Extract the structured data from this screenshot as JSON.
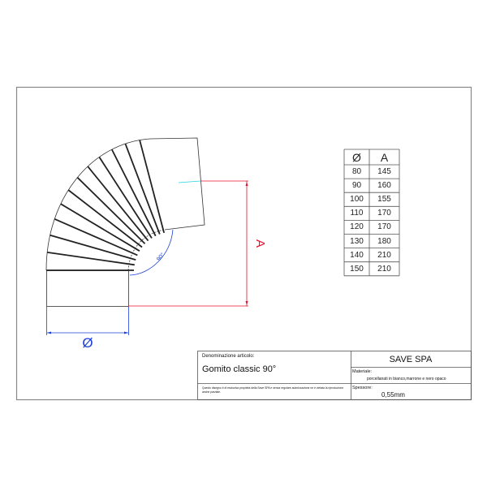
{
  "drawing": {
    "dimension_a_label": "A",
    "dimension_diameter_label": "Ø",
    "angle_label": "90°",
    "colors": {
      "outline": "#333333",
      "ribs": "#222222",
      "dim_a": "#e8102a",
      "dim_diameter": "#1a3fd6",
      "axis": "#22d3e0"
    }
  },
  "table": {
    "headers": [
      "Ø",
      "A"
    ],
    "rows": [
      [
        "80",
        "145"
      ],
      [
        "90",
        "160"
      ],
      [
        "100",
        "155"
      ],
      [
        "110",
        "170"
      ],
      [
        "120",
        "170"
      ],
      [
        "130",
        "180"
      ],
      [
        "140",
        "210"
      ],
      [
        "150",
        "210"
      ]
    ]
  },
  "title_block": {
    "denomination_label": "Denominazione articolo:",
    "article_name": "Gomito classic 90°",
    "disclaimer": "Questo disegno è di esclusiva proprietà della Save SPA e senza regolare autorizzazione ne è vietata la riproduzione anche parziale.",
    "company": "SAVE SPA",
    "material_label": "Materiale:",
    "material_value": "porcellanati in bianco,marrone e nero opaco",
    "thickness_label": "Spessore:",
    "thickness_value": "0,55mm"
  }
}
